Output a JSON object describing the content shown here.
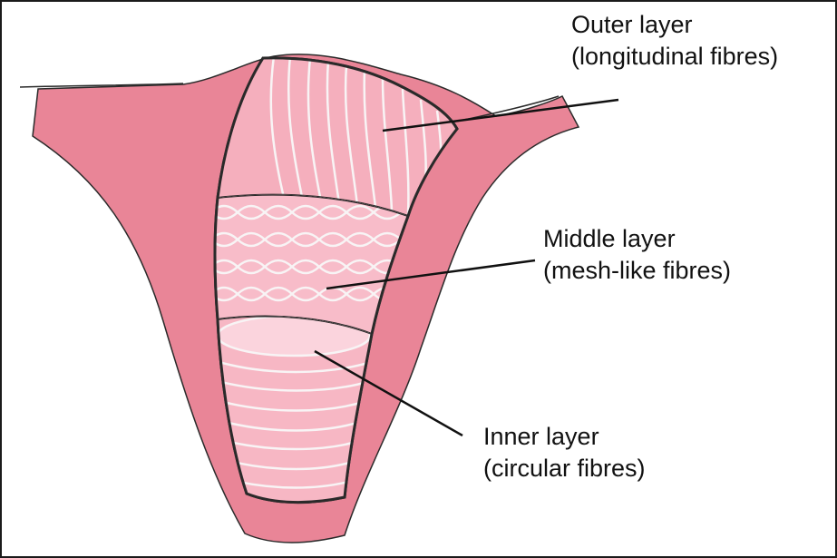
{
  "labels": {
    "outer": {
      "title": "Outer layer",
      "detail": "(longitudinal fibres)"
    },
    "middle": {
      "title": "Middle layer",
      "detail": "(mesh-like fibres)"
    },
    "inner": {
      "title": "Inner layer",
      "detail": "(circular fibres)"
    }
  },
  "colors": {
    "tissue": "#e98597",
    "outer_layer": "#f5afbd",
    "middle_layer": "#f8bcc9",
    "inner_layer": "#f7b7c4",
    "inner_band": "#fbd4dd",
    "fibre_line": "#f8f4f5",
    "outline": "#2a2a2a",
    "leader": "#111111"
  }
}
